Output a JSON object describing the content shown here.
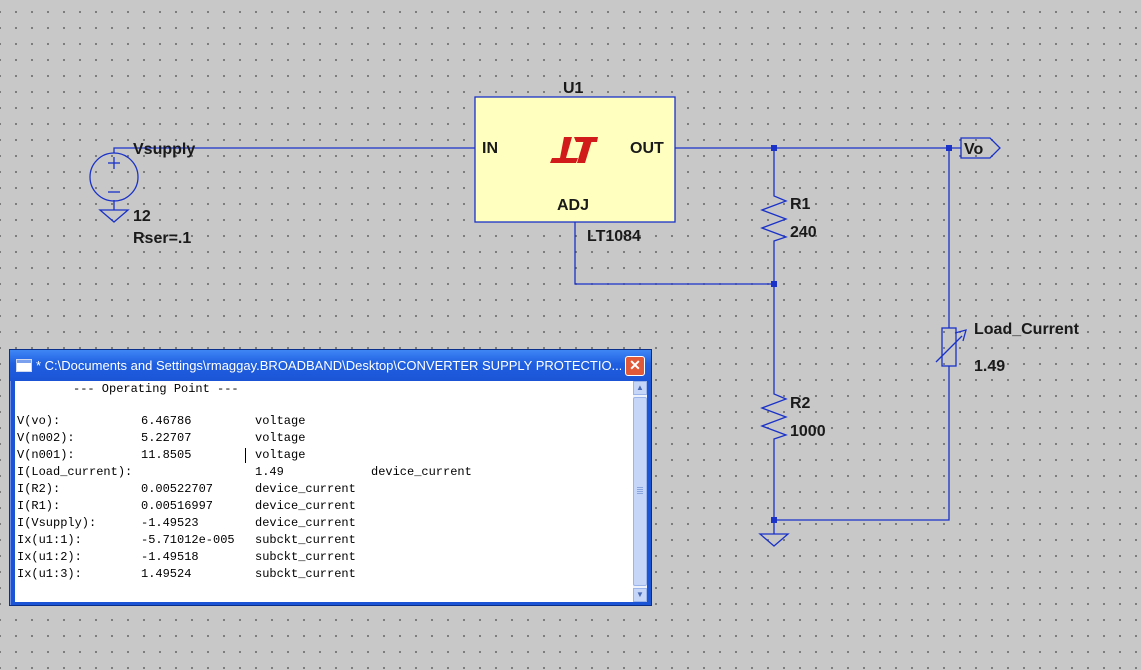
{
  "schematic": {
    "supply": {
      "name": "Vsupply",
      "value": "12",
      "param": "Rser=.1"
    },
    "regulator": {
      "ref": "U1",
      "part": "LT1084",
      "logo": "LT",
      "pins": {
        "in": "IN",
        "out": "OUT",
        "adj": "ADJ"
      }
    },
    "r1": {
      "name": "R1",
      "value": "240"
    },
    "r2": {
      "name": "R2",
      "value": "1000"
    },
    "load": {
      "name": "Load_Current",
      "value": "1.49"
    },
    "output_label": "Vo",
    "colors": {
      "wire": "#1a32c8",
      "regulator_fill": "#ffffc0",
      "logo": "#d11a1a"
    }
  },
  "op_window": {
    "title": "* C:\\Documents and Settings\\rmaggay.BROADBAND\\Desktop\\CONVERTER SUPPLY PROTECTIO...",
    "close_label": "✕",
    "heading": "--- Operating Point ---",
    "rows": [
      {
        "name": "V(vo):",
        "value": "6.46786",
        "type": "voltage"
      },
      {
        "name": "V(n002):",
        "value": "5.22707",
        "type": "voltage"
      },
      {
        "name": "V(n001):",
        "value": "11.8505",
        "type": "voltage"
      },
      {
        "name": "I(Load_current):",
        "value": "1.49",
        "type": "device_current"
      },
      {
        "name": "I(R2):",
        "value": "0.00522707",
        "type": "device_current"
      },
      {
        "name": "I(R1):",
        "value": "0.00516997",
        "type": "device_current"
      },
      {
        "name": "I(Vsupply):",
        "value": "-1.49523",
        "type": "device_current"
      },
      {
        "name": "Ix(u1:1):",
        "value": "-5.71012e-005",
        "type": "subckt_current"
      },
      {
        "name": "Ix(u1:2):",
        "value": "-1.49518",
        "type": "subckt_current"
      },
      {
        "name": "Ix(u1:3):",
        "value": "1.49524",
        "type": "subckt_current"
      }
    ],
    "scroll": {
      "up_icon": "▲",
      "down_icon": "▼"
    }
  }
}
